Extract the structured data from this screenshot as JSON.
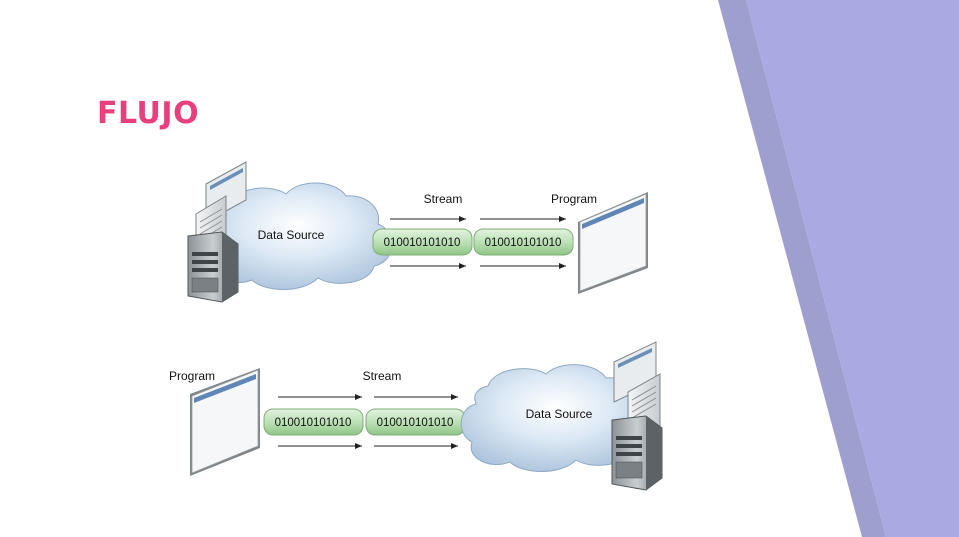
{
  "slide": {
    "title": "FLUJO",
    "accent_color": "#e8407f",
    "side_decoration_colors": [
      "#9f9fcf",
      "#aaaae2"
    ]
  },
  "diagram": {
    "input": {
      "source_label": "Data Source",
      "stream_label": "Stream",
      "program_label": "Program",
      "bits": [
        "010010101010",
        "010010101010"
      ]
    },
    "output": {
      "program_label": "Program",
      "stream_label": "Stream",
      "source_label": "Data Source",
      "bits": [
        "010010101010",
        "010010101010"
      ]
    },
    "icons": [
      "server-icon",
      "cloud-icon",
      "program-window-icon"
    ]
  }
}
